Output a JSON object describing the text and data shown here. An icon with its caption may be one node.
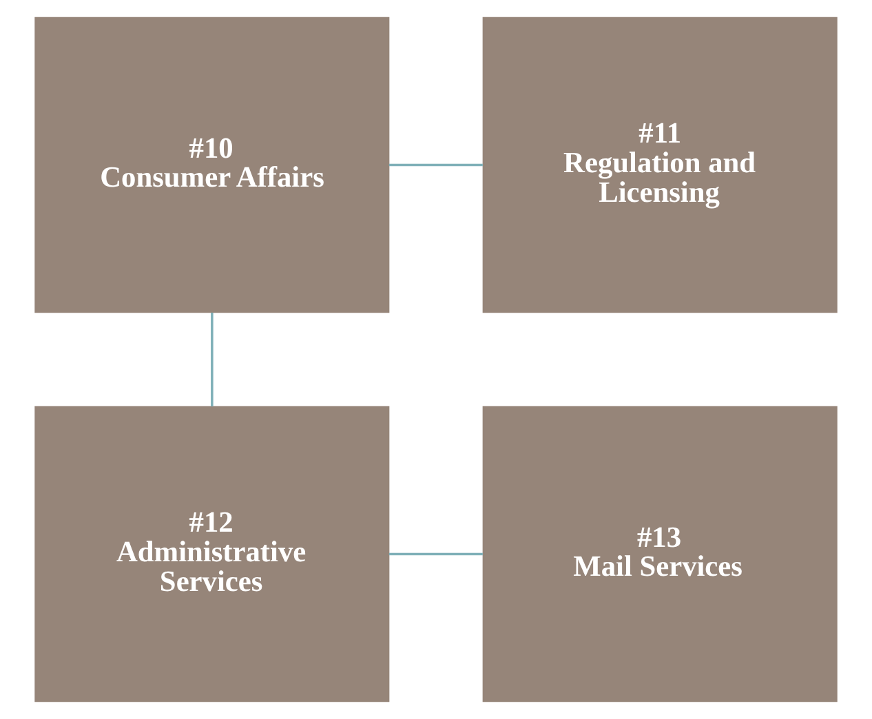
{
  "diagram": {
    "nodes": [
      {
        "text": [
          "#10",
          "Consumer Affairs"
        ]
      },
      {
        "text": [
          "#11",
          "Regulation and Licensing"
        ]
      },
      {
        "text": [
          "#12",
          "Administrative Services"
        ]
      },
      {
        "text": [
          "#13",
          "Mail Services"
        ]
      }
    ],
    "edges": [
      {
        "from": 0,
        "to": 1,
        "arrow": "none"
      },
      {
        "from": 0,
        "to": 2,
        "arrow": "none"
      },
      {
        "from": 2,
        "to": 3,
        "arrow": "none"
      }
    ]
  }
}
